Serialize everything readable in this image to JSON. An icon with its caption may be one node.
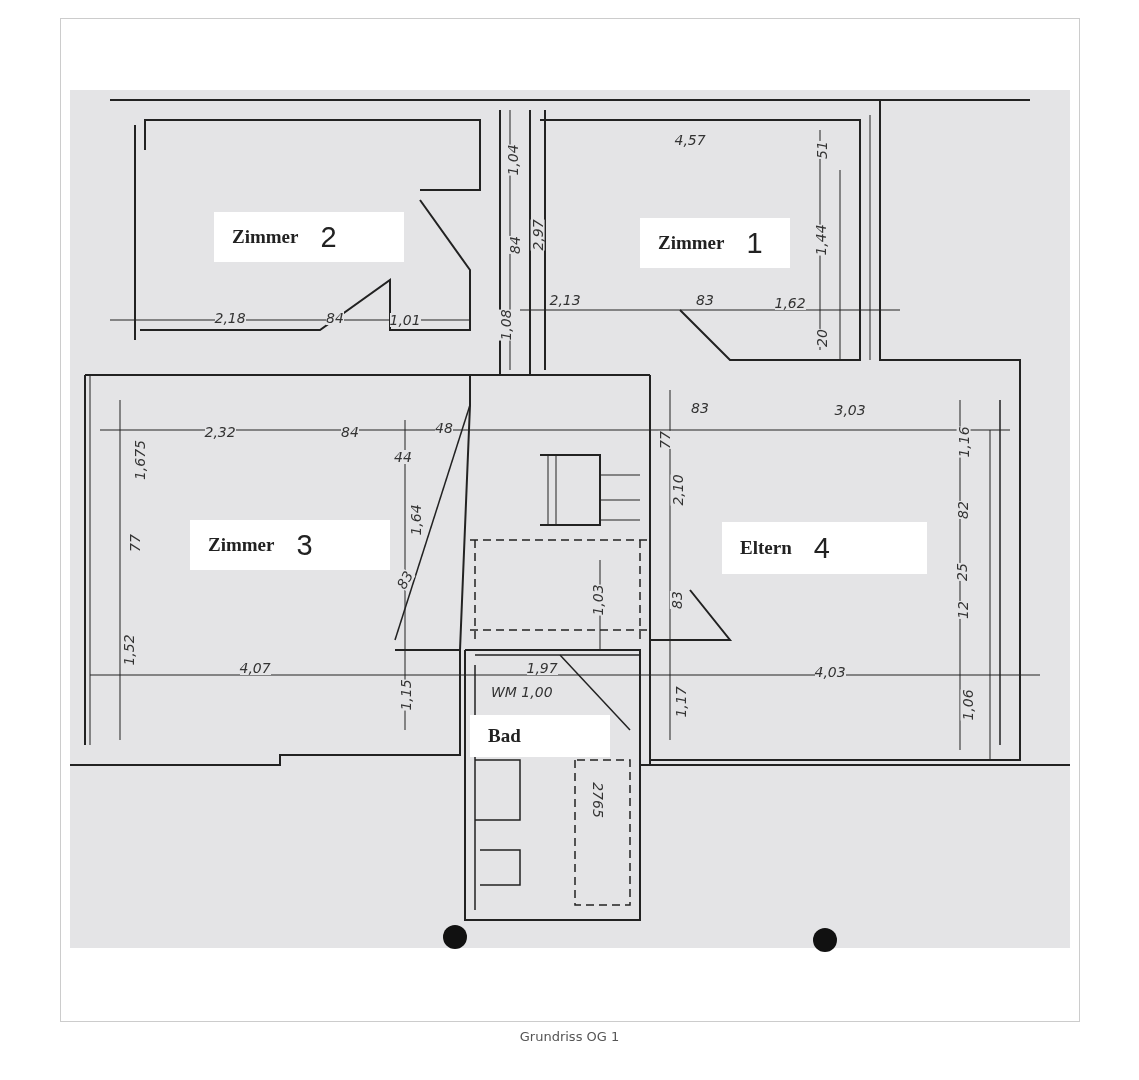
{
  "diagram": {
    "caption": "Grundriss OG 1",
    "nodes": [
      {
        "text": [
          "Zimmer",
          "2"
        ]
      },
      {
        "text": [
          "Zimmer",
          "1"
        ]
      },
      {
        "text": [
          "Zimmer",
          "3"
        ]
      },
      {
        "text": [
          "Eltern",
          "4"
        ]
      },
      {
        "text": [
          "Bad"
        ]
      }
    ],
    "edges": [],
    "labels": [
      "4,57",
      "1,04",
      "84",
      "2,97",
      "51",
      "1,44",
      "2,18",
      "84",
      "1,01",
      "1,08",
      "2,13",
      "83",
      "1,62",
      "20",
      "2,32",
      "84",
      "48",
      "44",
      "83",
      "3,03",
      "77",
      "1,675",
      "1,16",
      "2,10",
      "1,64",
      "77",
      "82",
      "25",
      "1,52",
      "83",
      "1,03",
      "83",
      "12",
      "4,07",
      "1,97",
      "4,03",
      "WM 1,00",
      "1,15",
      "1,17",
      "1,06",
      "2765"
    ]
  }
}
